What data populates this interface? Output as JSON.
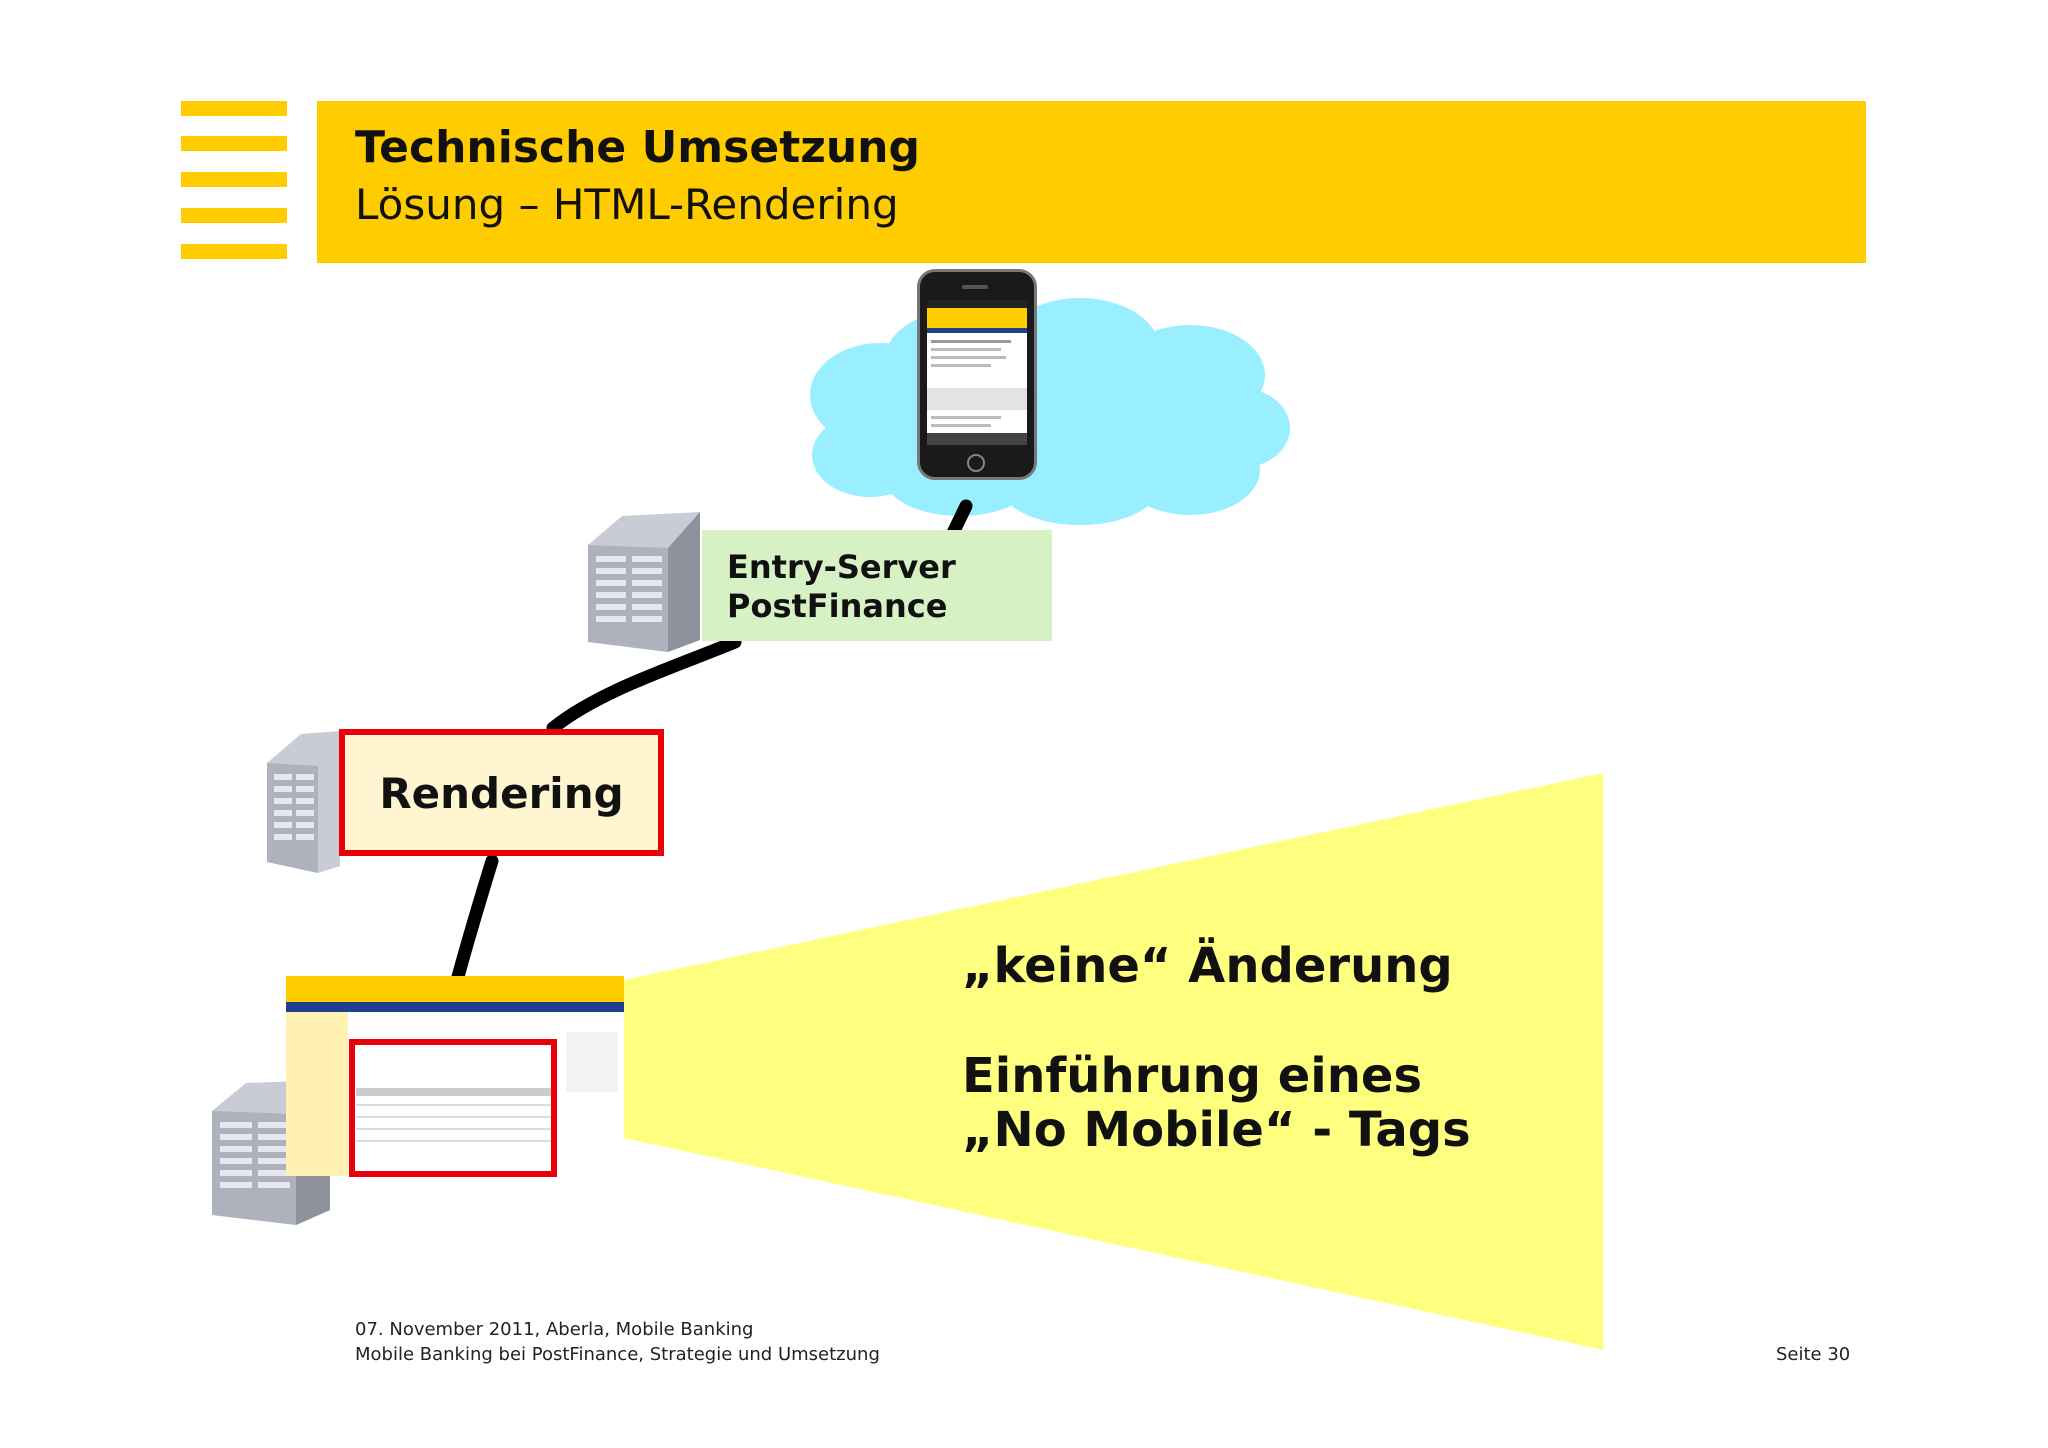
{
  "header": {
    "title": "Technische Umsetzung",
    "subtitle": "Lösung – HTML-Rendering"
  },
  "diagram": {
    "entry_server": [
      "Entry-Server",
      "PostFinance"
    ],
    "rendering": "Rendering",
    "callout": {
      "line1": "„keine“ Änderung",
      "line2": "Einführung eines",
      "line3": "„No Mobile“ - Tags"
    }
  },
  "footer": {
    "line1": "07. November 2011, Aberla, Mobile Banking",
    "line2": "Mobile Banking bei PostFinance, Strategie und Umsetzung",
    "page": "Seite 30"
  },
  "colors": {
    "brand_yellow": "#ffcc00",
    "highlight_red": "#e8000b",
    "cloud": "#99eeff",
    "callout_yellow": "#ffff7f",
    "entry_green": "#d6f2c4"
  },
  "icons": [
    "server-icon",
    "cloud-icon",
    "smartphone-icon",
    "browser-screenshot"
  ]
}
